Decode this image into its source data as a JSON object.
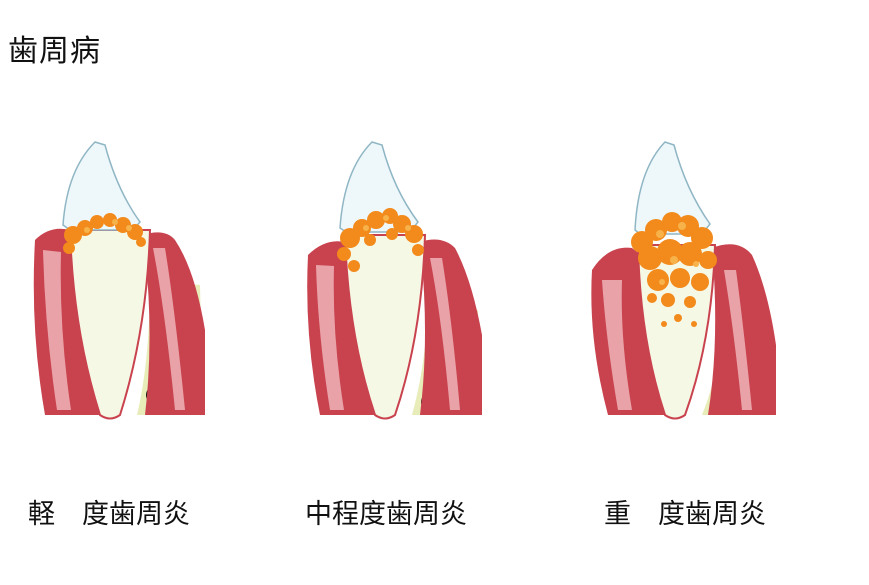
{
  "title": "歯周病",
  "stages": [
    {
      "label": "軽　度歯周炎",
      "severity": "mild"
    },
    {
      "label": "中程度歯周炎",
      "severity": "moderate"
    },
    {
      "label": "重　度歯周炎",
      "severity": "severe"
    }
  ],
  "colors": {
    "enamel": "#eef7fa",
    "enamel_edge": "#8fb6c4",
    "root": "#f6f8e6",
    "gum": "#c9434f",
    "gum_light": "#e9a3a8",
    "bone": "#e7ecb8",
    "marrow": "#141414",
    "tartar": "#f28a1c",
    "tartar_light": "#f7b24a"
  }
}
